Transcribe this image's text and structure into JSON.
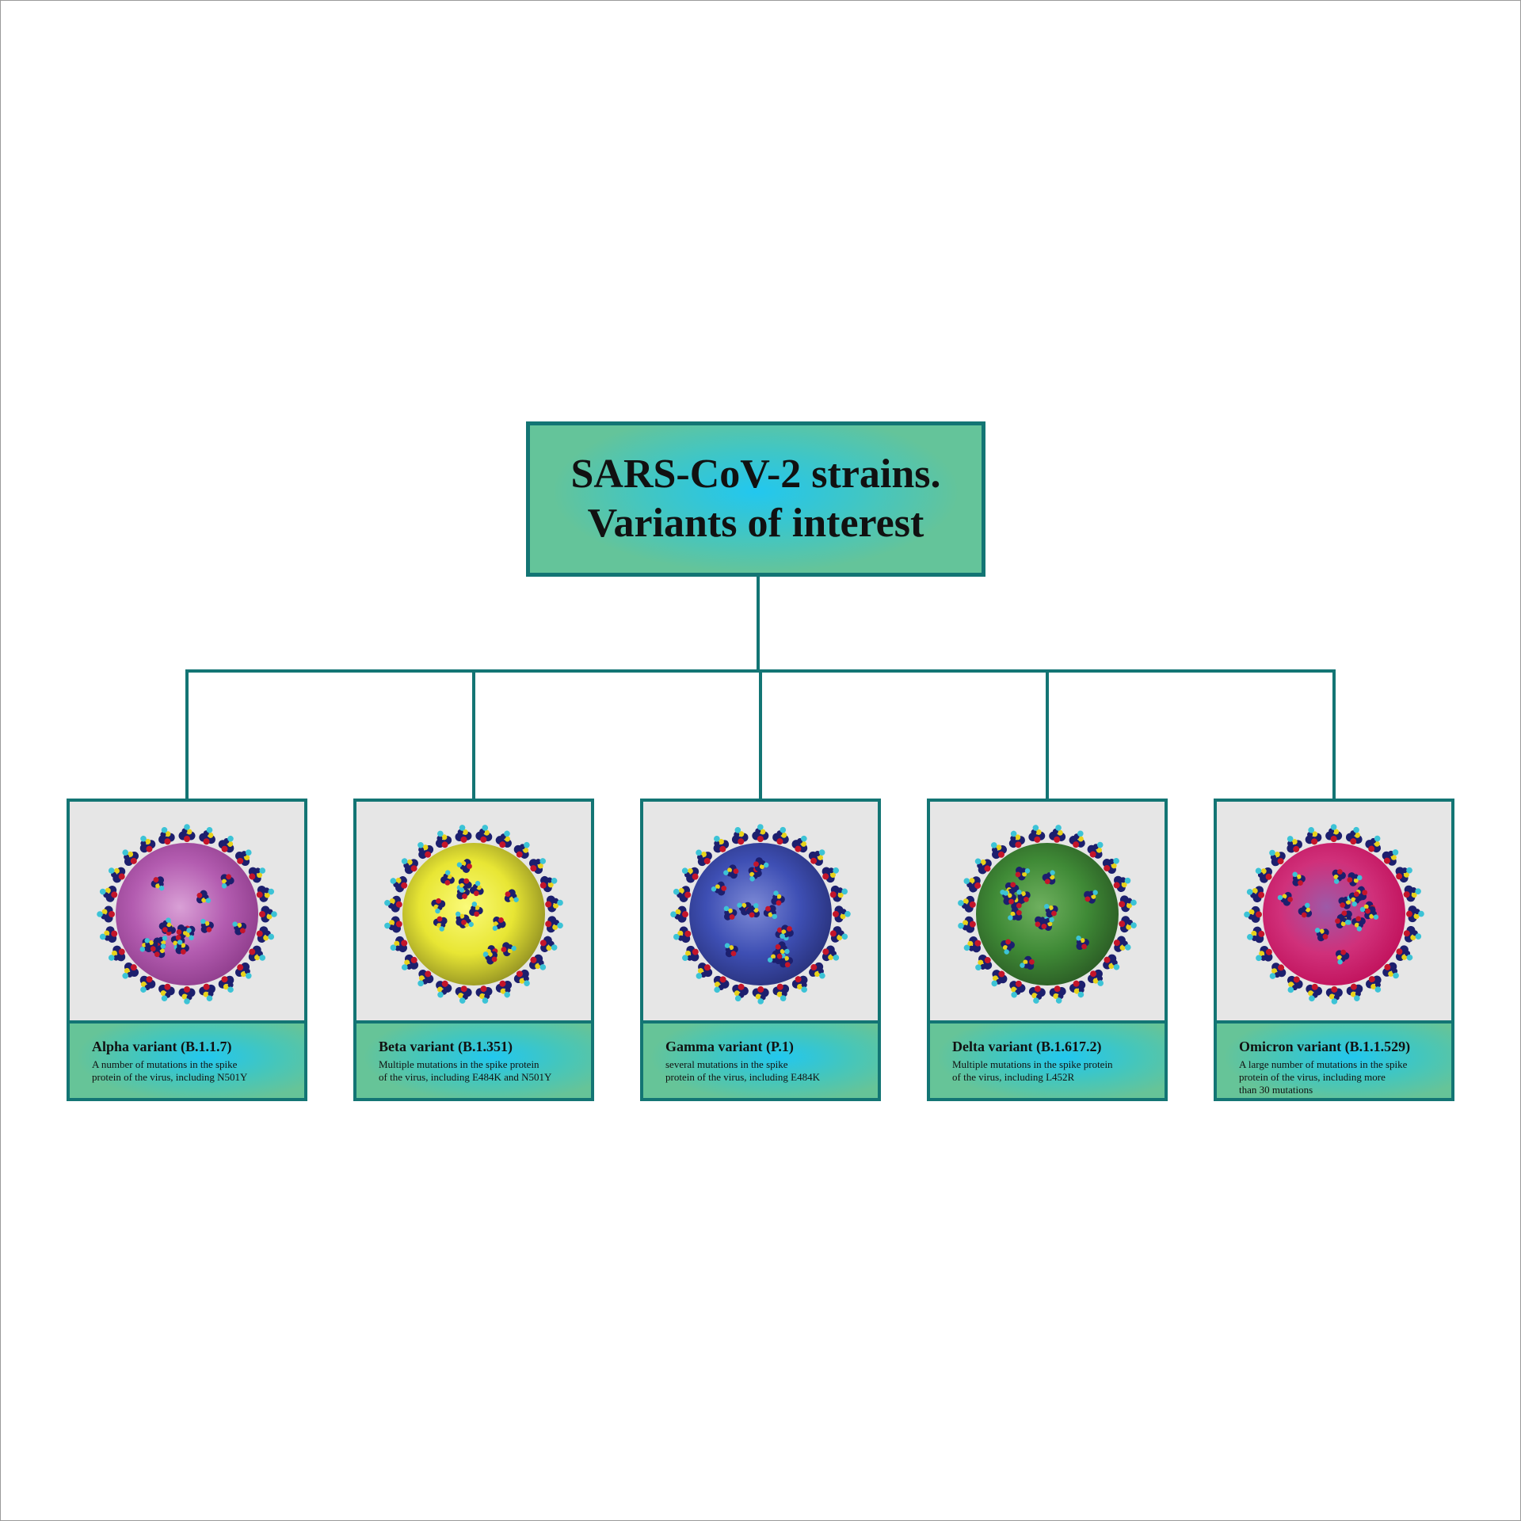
{
  "title": {
    "line1": "SARS-CoV-2 strains.",
    "line2": "Variants of interest"
  },
  "colors": {
    "border": "#137574",
    "card_background": "#e6e6e6",
    "label_gradient_center": "#22c7ef",
    "label_gradient_edge": "#66c498"
  },
  "variants": [
    {
      "name": "Alpha variant (B.1.1.7)",
      "desc_lines": [
        "A number of mutations in the spike",
        "protein of the virus, including N501Y"
      ],
      "virus_color": "#b35cb0",
      "virus_highlight": "#d9a0d6",
      "virus_shadow": "#8e3c8b",
      "icon": "virus-icon"
    },
    {
      "name": "Beta variant (B.1.351)",
      "desc_lines": [
        "Multiple mutations in the spike protein",
        "of the virus, including E484K and N501Y"
      ],
      "virus_color": "#e8e634",
      "virus_highlight": "#fafa7a",
      "virus_shadow": "#8f8e22",
      "icon": "virus-icon"
    },
    {
      "name": "Gamma variant (P.1)",
      "desc_lines": [
        "several mutations in the spike",
        "protein of the virus, including E484K"
      ],
      "virus_color": "#3e4fb4",
      "virus_highlight": "#7d8ad6",
      "virus_shadow": "#28317a",
      "icon": "virus-icon"
    },
    {
      "name": "Delta variant (B.1.617.2)",
      "desc_lines": [
        "Multiple mutations in the spike protein",
        "of the virus, including L452R"
      ],
      "virus_color": "#3f8a36",
      "virus_highlight": "#6fb05f",
      "virus_shadow": "#2a5a24",
      "icon": "virus-icon"
    },
    {
      "name": "Omicron variant (B.1.1.529)",
      "desc_lines": [
        "A large number of mutations in the spike",
        "protein of the virus, including more",
        "than 30 mutations"
      ],
      "virus_color": "#d0307a",
      "virus_highlight": "#9d5aa8",
      "virus_shadow": "#c0105a",
      "icon": "virus-icon"
    }
  ]
}
